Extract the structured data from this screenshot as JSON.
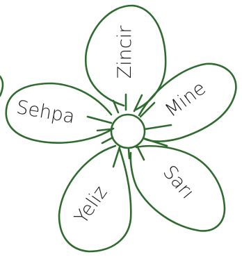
{
  "petals": [
    {
      "word": "Zincir"
    },
    {
      "word": "Mine"
    },
    {
      "word": "Sehpa"
    },
    {
      "word": "Sarı"
    },
    {
      "word": "Yeliz"
    }
  ],
  "colors": {
    "outline": "#2f6b2f",
    "text": "#1a1a1a",
    "background": "#ffffff"
  }
}
